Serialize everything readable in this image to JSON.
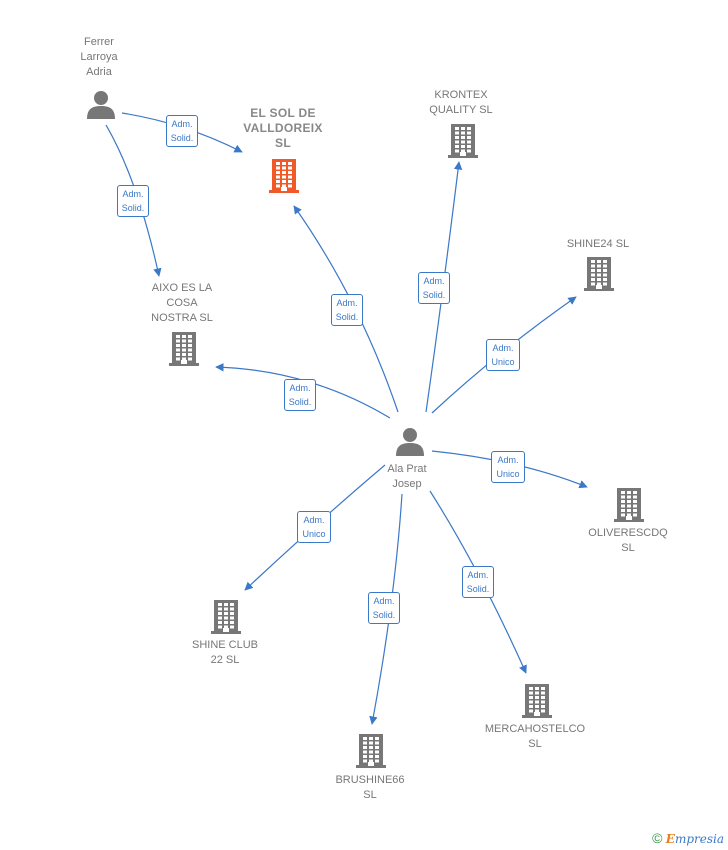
{
  "colors": {
    "edge": "#3a78c8",
    "building": "#777777",
    "building_main": "#f05a28",
    "person": "#777777"
  },
  "nodes": [
    {
      "id": "ferrer",
      "kind": "person",
      "label": "Ferrer\nLarroya\nAdria"
    },
    {
      "id": "elsol",
      "kind": "building",
      "label": "EL SOL DE\nVALLDOREIX\nSL",
      "main": true
    },
    {
      "id": "krontex",
      "kind": "building",
      "label": "KRONTEX\nQUALITY SL"
    },
    {
      "id": "shine24",
      "kind": "building",
      "label": "SHINE24  SL"
    },
    {
      "id": "aixo",
      "kind": "building",
      "label": "AIXO ES LA\nCOSA\nNOSTRA  SL"
    },
    {
      "id": "alaprat",
      "kind": "person",
      "label": "Ala Prat\nJosep"
    },
    {
      "id": "oliveres",
      "kind": "building",
      "label": "OLIVERESCDQ\nSL"
    },
    {
      "id": "shineclub",
      "kind": "building",
      "label": "SHINE CLUB\n22  SL"
    },
    {
      "id": "merca",
      "kind": "building",
      "label": "MERCAHOSTELCO\nSL"
    },
    {
      "id": "brushine",
      "kind": "building",
      "label": "BRUSHINE66\nSL"
    }
  ],
  "edges": [
    {
      "from": "ferrer",
      "to": "elsol",
      "label": "Adm.\nSolid."
    },
    {
      "from": "ferrer",
      "to": "aixo",
      "label": "Adm.\nSolid."
    },
    {
      "from": "alaprat",
      "to": "elsol",
      "label": "Adm.\nSolid."
    },
    {
      "from": "alaprat",
      "to": "krontex",
      "label": "Adm.\nSolid."
    },
    {
      "from": "alaprat",
      "to": "shine24",
      "label": "Adm.\nUnico"
    },
    {
      "from": "alaprat",
      "to": "aixo",
      "label": "Adm.\nSolid."
    },
    {
      "from": "alaprat",
      "to": "oliveres",
      "label": "Adm.\nUnico"
    },
    {
      "from": "alaprat",
      "to": "shineclub",
      "label": "Adm.\nUnico"
    },
    {
      "from": "alaprat",
      "to": "brushine",
      "label": "Adm.\nSolid."
    },
    {
      "from": "alaprat",
      "to": "merca",
      "label": "Adm.\nSolid."
    }
  ],
  "footer": {
    "copyright": "©",
    "brand_initial": "E",
    "brand_rest": "mpresia"
  }
}
